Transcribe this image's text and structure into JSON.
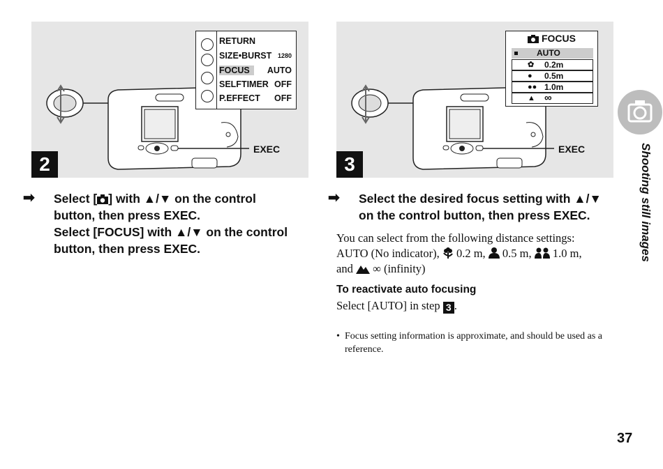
{
  "step2": {
    "number": "2",
    "exec_label": "EXEC",
    "menu": {
      "rows": [
        {
          "key": "RETURN",
          "value": ""
        },
        {
          "key": "SIZE•BURST",
          "value": "1280"
        },
        {
          "key": "FOCUS",
          "value": "AUTO"
        },
        {
          "key": "SELFTIMER",
          "value": "OFF"
        },
        {
          "key": "P.EFFECT",
          "value": "OFF"
        }
      ]
    },
    "instruction": {
      "arrow": "➡",
      "line1_a": "Select [",
      "line1_b": "] with ▲/▼ on the control",
      "line2": "button, then press EXEC.",
      "line3": "Select [FOCUS] with ▲/▼ on the control",
      "line4": "button, then press EXEC."
    }
  },
  "step3": {
    "number": "3",
    "exec_label": "EXEC",
    "menu": {
      "title": "FOCUS",
      "auto": "AUTO",
      "options": [
        {
          "icon": "flower-icon",
          "label": "0.2m"
        },
        {
          "icon": "person-icon",
          "label": "0.5m"
        },
        {
          "icon": "two-persons-icon",
          "label": "1.0m"
        },
        {
          "icon": "mountain-icon",
          "label": "∞"
        }
      ]
    },
    "instruction": {
      "arrow": "➡",
      "line1": "Select the desired focus setting with ▲/▼",
      "line2": "on the control button, then press EXEC."
    },
    "body": {
      "line1": "You can select from the following distance settings:",
      "line2_a": "AUTO (No indicator),",
      "v1": "0.2 m,",
      "v2": "0.5 m,",
      "v3": "1.0 m,",
      "line3_a": "and",
      "v4": "∞",
      "line3_b": "(infinity)"
    },
    "subheading": "To reactivate auto focusing",
    "subtext_a": "Select [AUTO] in step",
    "subtext_num": "3",
    "subtext_b": ".",
    "note_bullet": "•",
    "note": "Focus setting information is approximate, and should be used as a reference."
  },
  "side_label": "Shooting still images",
  "page_number": "37"
}
